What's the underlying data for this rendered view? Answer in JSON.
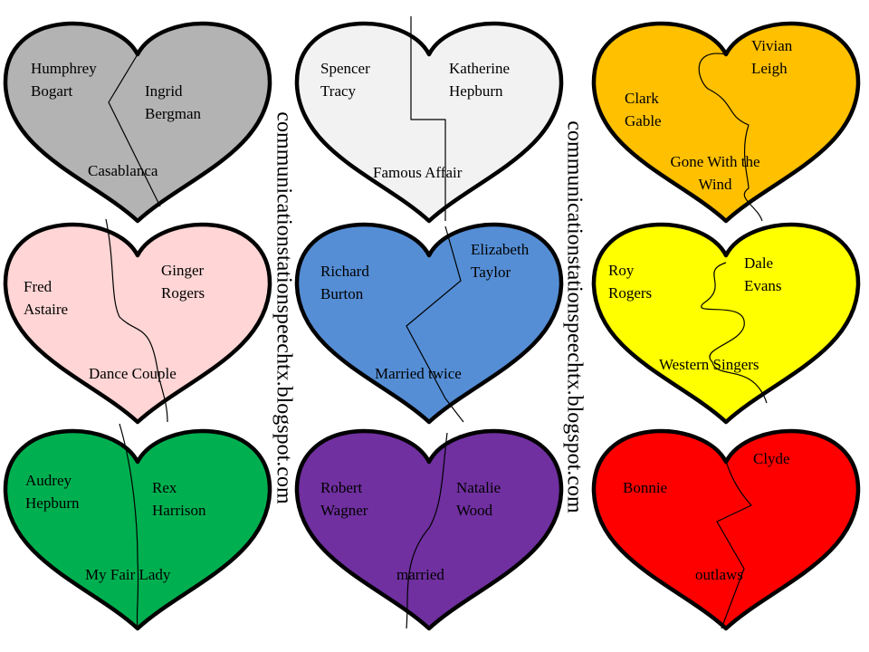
{
  "watermark": "communicationstationspeechtx.blogspot.com",
  "hearts": [
    {
      "id": "bogart-bergman",
      "color": "#b3b3b3",
      "left": "Humphrey\nBogart",
      "right": "Ingrid\nBergman",
      "caption": "Casablanca"
    },
    {
      "id": "tracy-hepburn",
      "color": "#f2f2f2",
      "left": "Spencer\nTracy",
      "right": "Katherine\nHepburn",
      "caption": "Famous Affair"
    },
    {
      "id": "gable-leigh",
      "color": "#ffc000",
      "left": "Clark\nGable",
      "right": "Vivian\nLeigh",
      "caption": "Gone With the\nWind"
    },
    {
      "id": "astaire-rogers",
      "color": "#ffd5d5",
      "left": "Fred\nAstaire",
      "right": "Ginger\nRogers",
      "caption": "Dance Couple"
    },
    {
      "id": "burton-taylor",
      "color": "#558ed5",
      "left": "Richard\nBurton",
      "right": "Elizabeth\nTaylor",
      "caption": "Married twice"
    },
    {
      "id": "rogers-evans",
      "color": "#ffff00",
      "left": "Roy\nRogers",
      "right": "Dale\nEvans",
      "caption": "Western Singers"
    },
    {
      "id": "hepburn-harrison",
      "color": "#00b050",
      "left": "Audrey\nHepburn",
      "right": "Rex\nHarrison",
      "caption": "My Fair Lady"
    },
    {
      "id": "wagner-wood",
      "color": "#7030a0",
      "left": "Robert\nWagner",
      "right": "Natalie\nWood",
      "caption": "married"
    },
    {
      "id": "bonnie-clyde",
      "color": "#ff0000",
      "left": "Bonnie",
      "right": "Clyde",
      "caption": "outlaws"
    }
  ]
}
